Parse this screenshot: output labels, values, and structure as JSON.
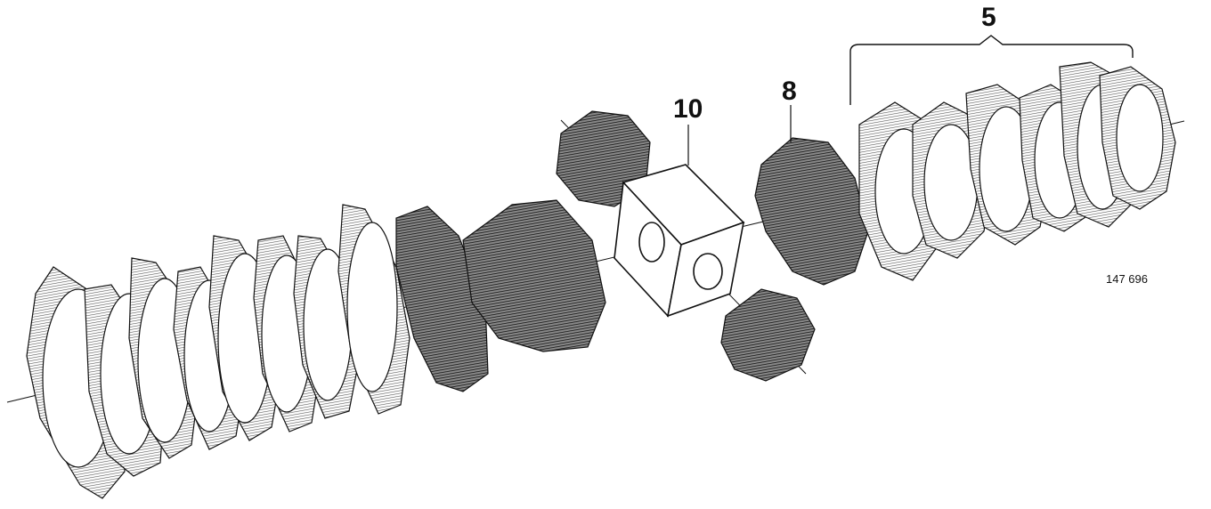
{
  "callouts": {
    "part_5": "5",
    "part_8": "8",
    "part_10": "10"
  },
  "figure_number": "147 696",
  "colors": {
    "ink": "#111111",
    "hatch_light": "#7a7a7a",
    "hatch_dark": "#2a2a2a",
    "paper": "#ffffff"
  }
}
